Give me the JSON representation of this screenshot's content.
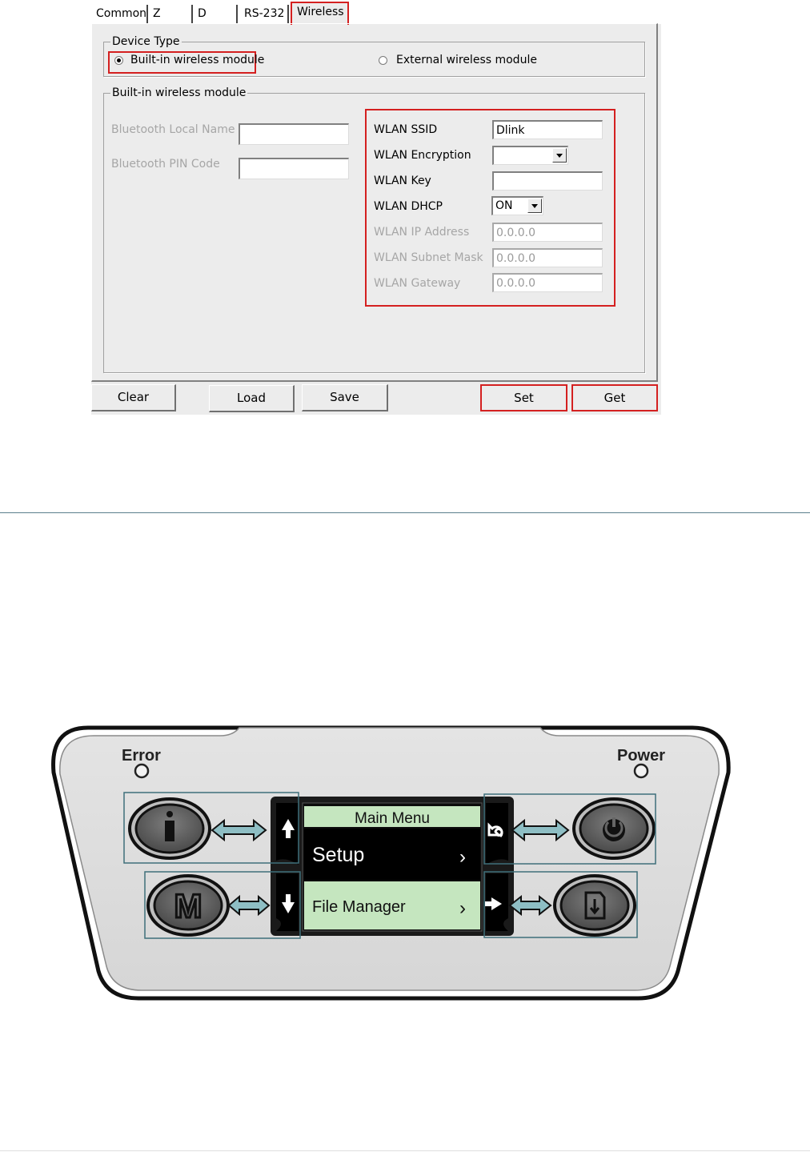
{
  "tabs": [
    {
      "label": "Common",
      "active": false
    },
    {
      "label": "Z",
      "active": false
    },
    {
      "label": "D",
      "active": false
    },
    {
      "label": "RS-232",
      "active": false
    },
    {
      "label": "Wireless",
      "active": true
    }
  ],
  "device_type": {
    "legend": "Device Type",
    "options": [
      {
        "label": "Built-in wireless module",
        "selected": true
      },
      {
        "label": "External wireless module",
        "selected": false
      }
    ]
  },
  "builtin": {
    "legend": "Built-in wireless module",
    "bluetooth": [
      {
        "label": "Bluetooth Local Name",
        "value": ""
      },
      {
        "label": "Bluetooth PIN Code",
        "value": ""
      }
    ],
    "wlan": [
      {
        "label": "WLAN SSID",
        "value": "Dlink",
        "type": "text",
        "enabled": true
      },
      {
        "label": "WLAN Encryption",
        "value": "",
        "type": "combo",
        "enabled": true
      },
      {
        "label": "WLAN Key",
        "value": "",
        "type": "text",
        "enabled": true
      },
      {
        "label": "WLAN DHCP",
        "value": "ON",
        "type": "combo",
        "enabled": true
      },
      {
        "label": "WLAN IP Address",
        "value": "0.0.0.0",
        "type": "text",
        "enabled": false
      },
      {
        "label": "WLAN Subnet Mask",
        "value": "0.0.0.0",
        "type": "text",
        "enabled": false
      },
      {
        "label": "WLAN Gateway",
        "value": "0.0.0.0",
        "type": "text",
        "enabled": false
      }
    ]
  },
  "buttons": {
    "clear": "Clear",
    "load": "Load",
    "save": "Save",
    "set": "Set",
    "get": "Get"
  },
  "printer": {
    "error_label": "Error",
    "power_label": "Power",
    "lcd": {
      "title": "Main Menu",
      "items": [
        {
          "label": "Setup",
          "selected": true
        },
        {
          "label": "File Manager",
          "selected": false
        }
      ]
    },
    "keys": {
      "left_top": "info-icon",
      "left_bottom": "menu-m-icon",
      "right_top": "power-icon",
      "right_bottom": "feed-icon",
      "soft_left_top": "arrow-up-icon",
      "soft_left_bottom": "arrow-down-icon",
      "soft_right_top": "return-icon",
      "soft_right_bottom": "arrow-right-icon"
    }
  },
  "colors": {
    "highlight": "#d42020",
    "dialog_bg": "#ececec",
    "lcd_bg": "#c5e6bf",
    "arrow_fill": "#8ebec4",
    "callout_box": "#3e6f7a",
    "separator": "#5a7f8c"
  }
}
